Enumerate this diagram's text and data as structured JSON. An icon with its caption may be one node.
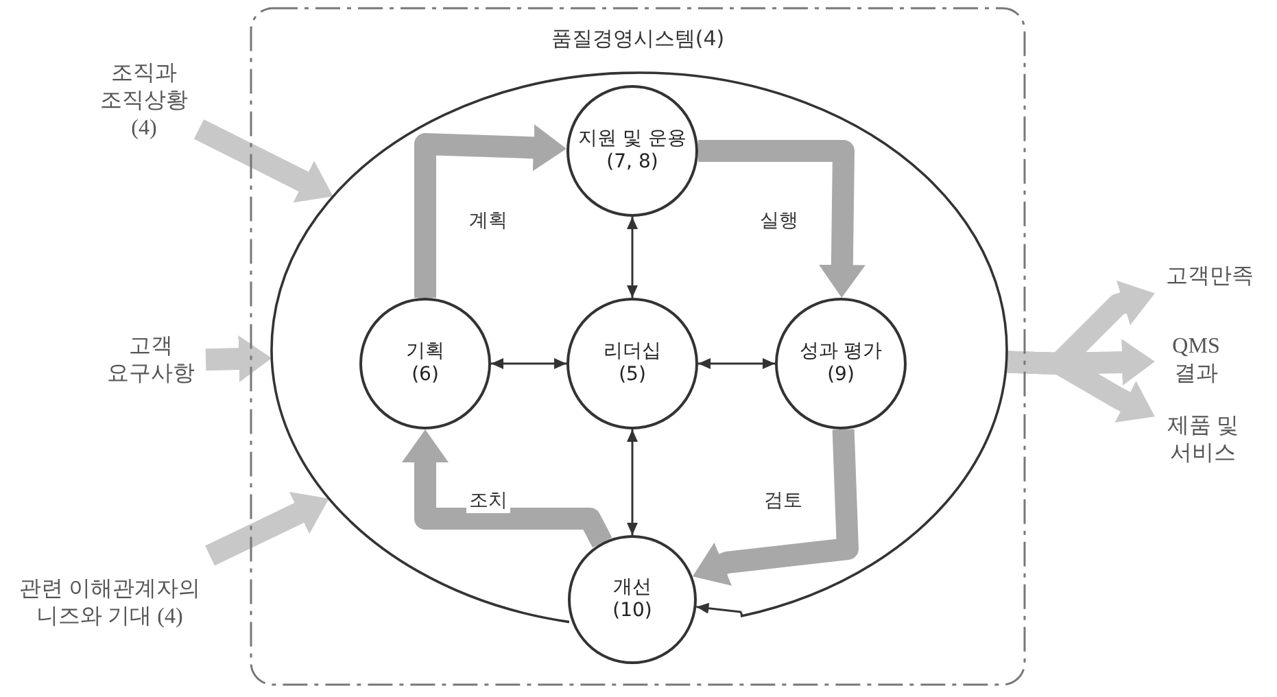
{
  "diagram": {
    "nodes": [
      {
        "text": [
          "품질경영시스템(4)"
        ]
      },
      {
        "text": [],
        "shape": "ellipse",
        "in": 0
      },
      {
        "text": [
          "지원 및 운용 (7, 8)"
        ],
        "in": 1
      },
      {
        "text": [
          "기획 (6)"
        ],
        "in": 1
      },
      {
        "text": [
          "리더십 (5)"
        ],
        "in": 1
      },
      {
        "text": [
          "성과 평가 (9)"
        ],
        "in": 1
      },
      {
        "text": [
          "개선 (10)"
        ],
        "in": 0
      },
      {
        "text": [
          "조직과 조직상황 (4)"
        ]
      },
      {
        "text": [
          "고객 요구사항"
        ]
      },
      {
        "text": [
          "관련 이해관계자의 니즈와 기대 (4)"
        ]
      },
      {
        "text": [
          "고객만족"
        ]
      },
      {
        "text": [
          "QMS 결과"
        ]
      },
      {
        "text": [
          "제품 및 서비스"
        ]
      }
    ],
    "edges": [
      {
        "from": 7,
        "to": 1,
        "arrow": "to",
        "color": "#c8c8c8"
      },
      {
        "from": 8,
        "to": 1,
        "arrow": "to",
        "color": "#c8c8c8"
      },
      {
        "from": 9,
        "to": 1,
        "arrow": "to",
        "color": "#c8c8c8"
      },
      {
        "from": 1,
        "to": 10,
        "arrow": "to",
        "color": "#c8c8c8"
      },
      {
        "from": 1,
        "to": 11,
        "arrow": "to",
        "color": "#c8c8c8"
      },
      {
        "from": 1,
        "to": 12,
        "arrow": "to",
        "color": "#c8c8c8"
      },
      {
        "from": 3,
        "to": 2,
        "arrow": "to",
        "label": "계획",
        "color": "#a8a8a8"
      },
      {
        "from": 2,
        "to": 5,
        "arrow": "to",
        "label": "실행",
        "color": "#a8a8a8"
      },
      {
        "from": 5,
        "to": 6,
        "arrow": "to",
        "label": "검토",
        "color": "#a8a8a8"
      },
      {
        "from": 6,
        "to": 3,
        "arrow": "to",
        "label": "조치",
        "color": "#a8a8a8"
      },
      {
        "from": 4,
        "to": 2,
        "arrow": "both",
        "color": "#333333"
      },
      {
        "from": 4,
        "to": 3,
        "arrow": "both",
        "color": "#333333"
      },
      {
        "from": 4,
        "to": 5,
        "arrow": "both",
        "color": "#333333"
      },
      {
        "from": 4,
        "to": 6,
        "arrow": "both",
        "color": "#333333"
      },
      {
        "from": 1,
        "to": 6,
        "arrow": "to",
        "color": "#333333"
      }
    ]
  }
}
